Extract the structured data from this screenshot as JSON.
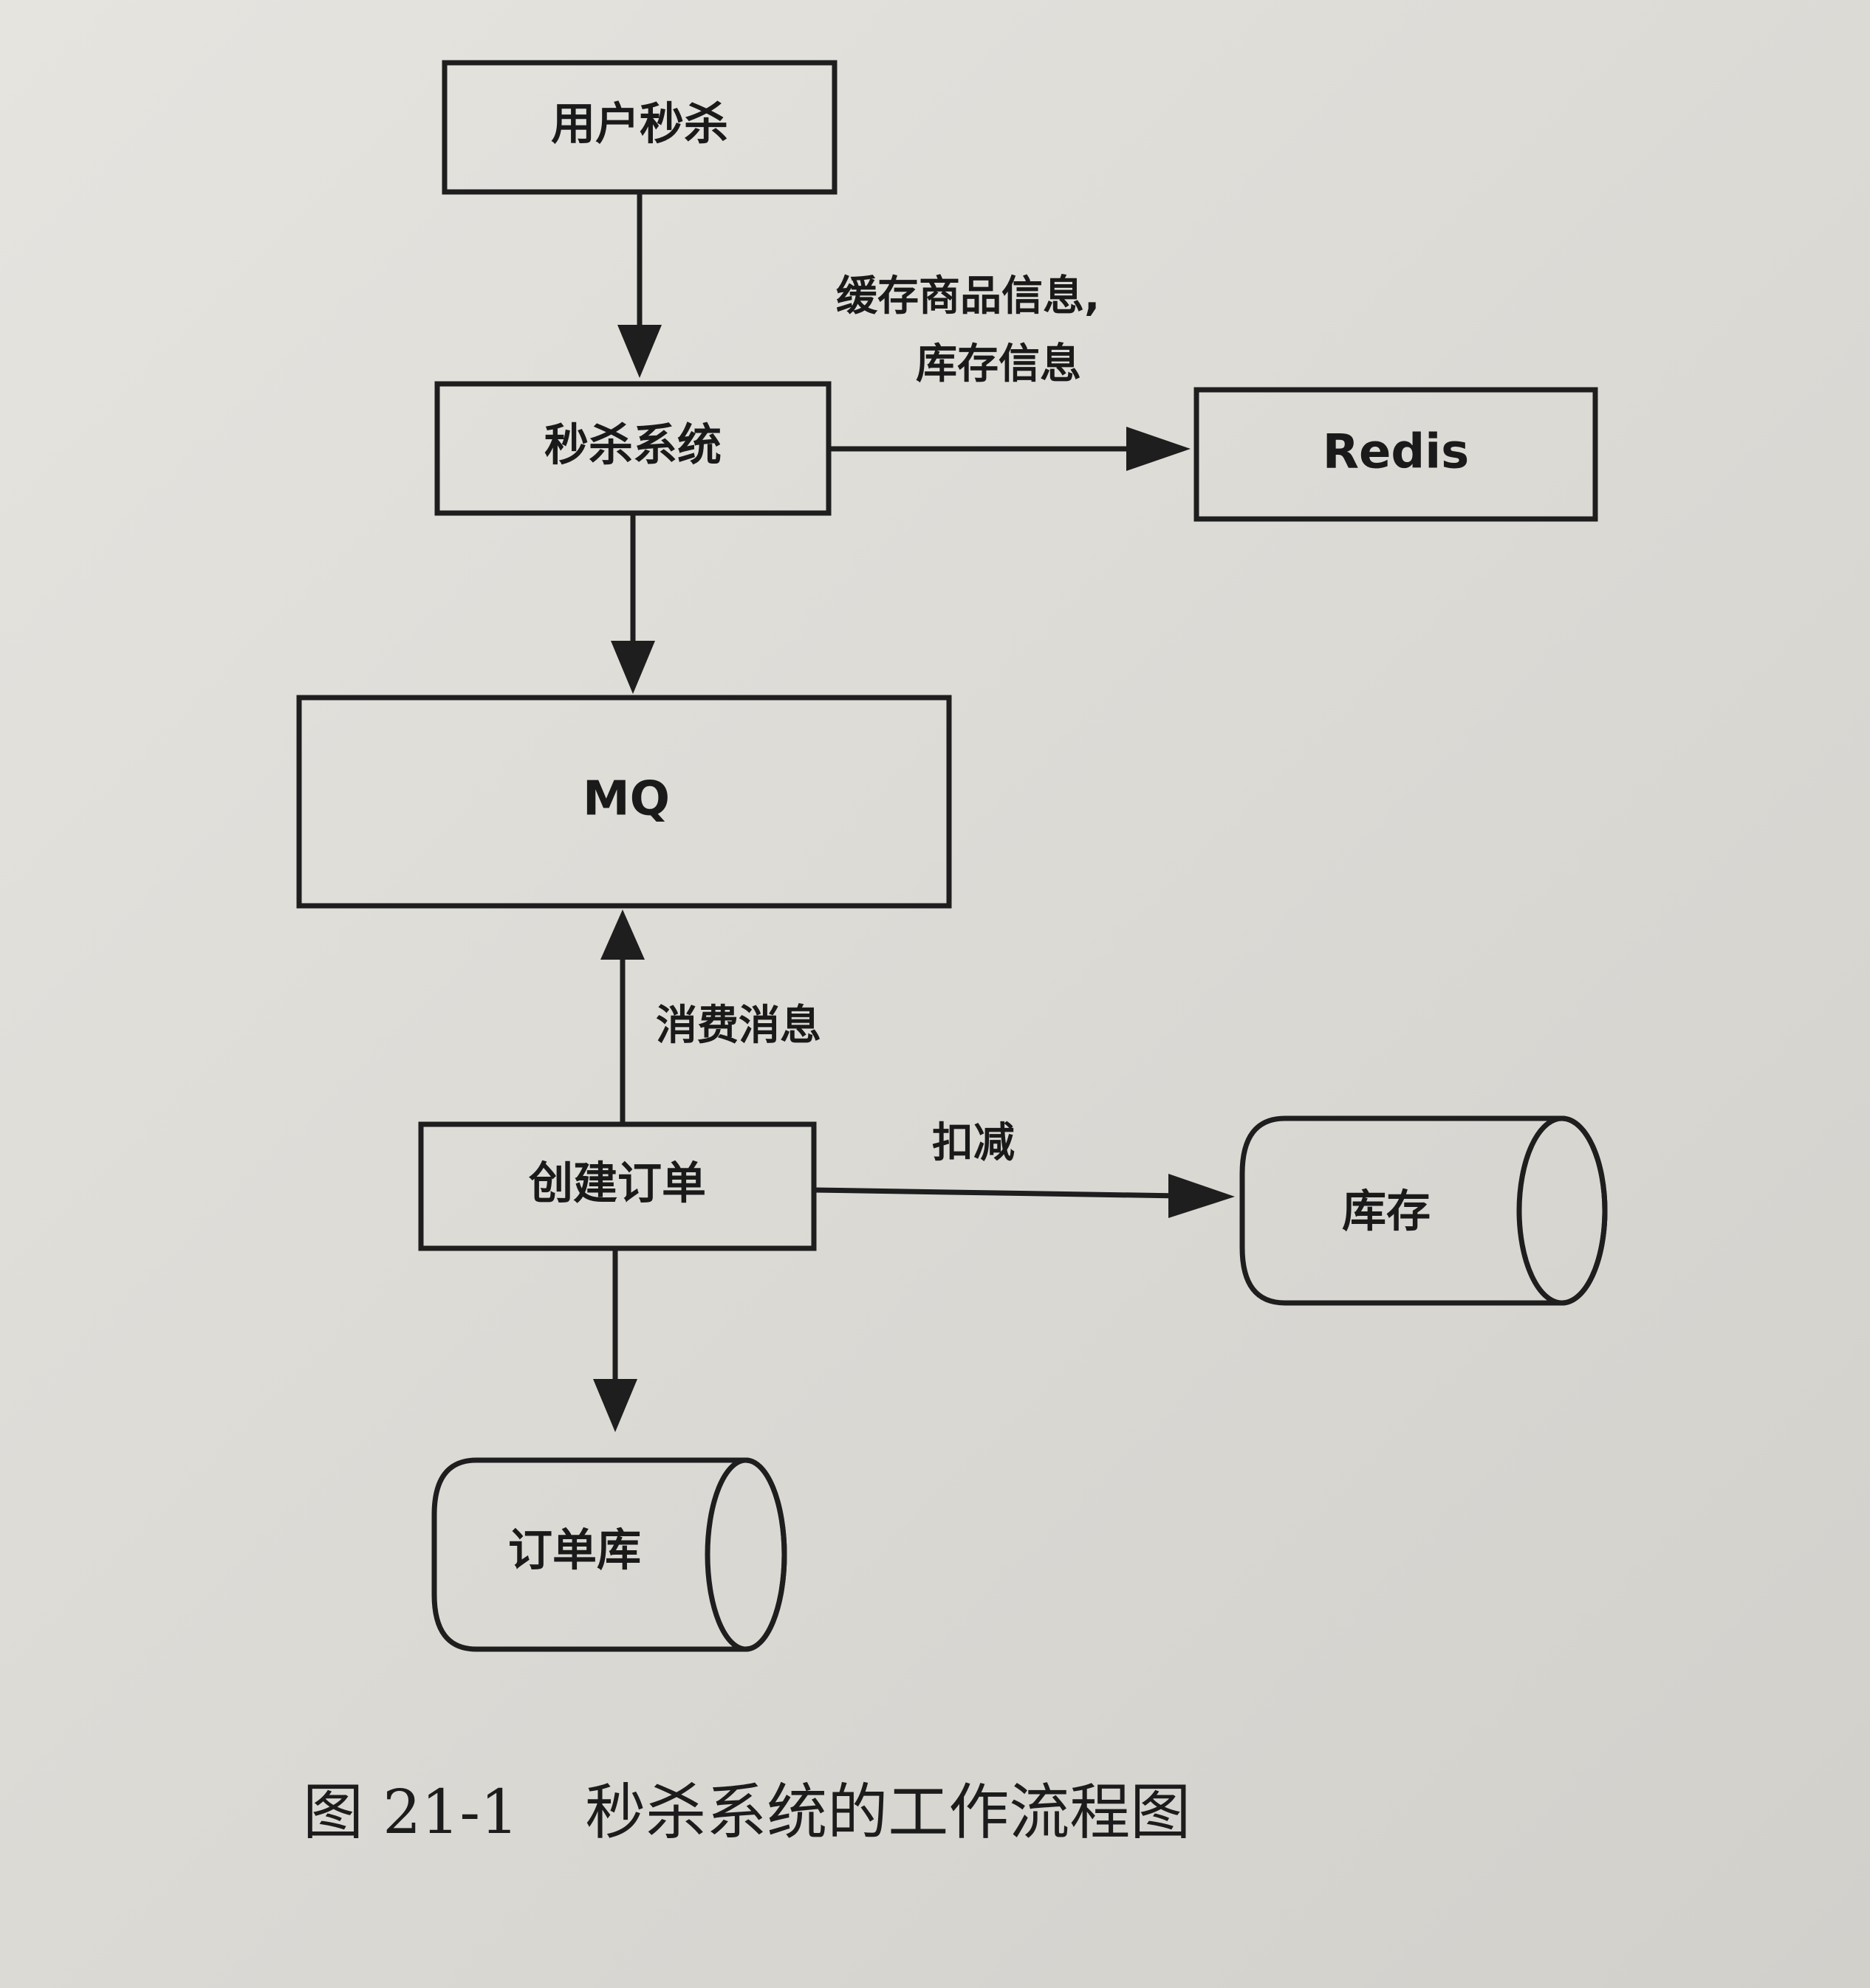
{
  "nodes": {
    "user_seckill": "用户秒杀",
    "seckill_system": "秒杀系统",
    "redis": "Redis",
    "mq": "MQ",
    "create_order": "创建订单",
    "inventory": "库存",
    "order_db": "订单库"
  },
  "edges": {
    "cache_line1": "缓存商品信息,",
    "cache_line2": "库存信息",
    "consume": "消费消息",
    "deduct": "扣减"
  },
  "caption": {
    "number": "图 21-1",
    "title": "秒杀系统的工作流程图"
  }
}
